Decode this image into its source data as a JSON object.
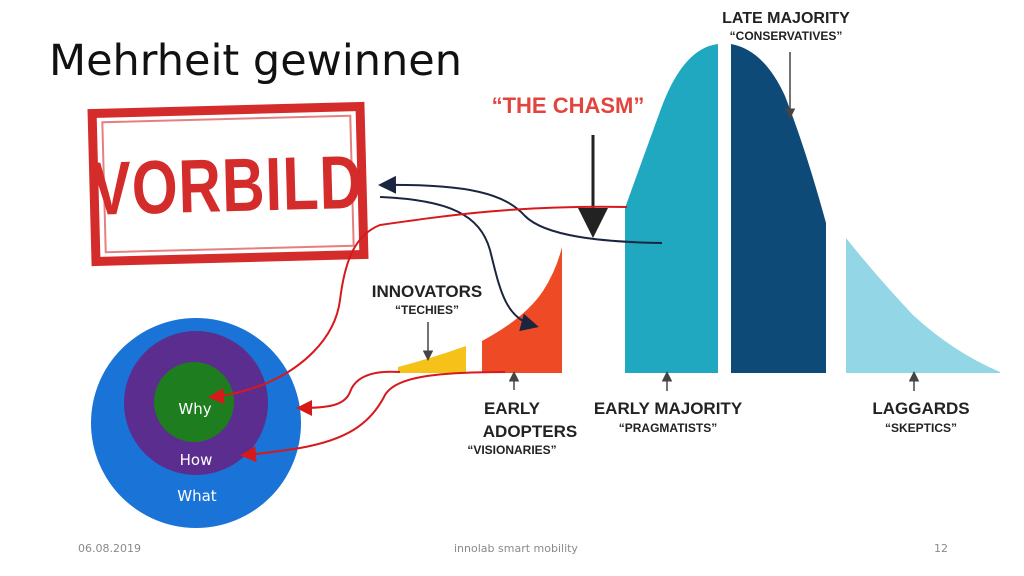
{
  "slide": {
    "title": "Mehrheit gewinnen",
    "footer_date": "06.08.2019",
    "footer_center": "innolab smart mobility",
    "footer_page": "12"
  },
  "stamp": {
    "text": "VORBILD",
    "color": "#d42b2b"
  },
  "golden_circle": {
    "inner": "Why",
    "middle": "How",
    "outer": "What",
    "colors": {
      "outer": "#1a73d6",
      "middle": "#5b2d8e",
      "inner": "#1e7d1e"
    }
  },
  "adoption_curve": {
    "chasm_label": "“THE CHASM”",
    "segments": [
      {
        "name": "INNOVATORS",
        "tag": "“TECHIES”",
        "color": "#f6c21a"
      },
      {
        "name_line1": "EARLY",
        "name_line2": "ADOPTERS",
        "tag": "“VISIONARIES”",
        "color": "#ee4a25"
      },
      {
        "name": "EARLY MAJORITY",
        "tag": "“PRAGMATISTS”",
        "color": "#1fa8bf"
      },
      {
        "name": "LATE MAJORITY",
        "tag": "“CONSERVATIVES”",
        "color": "#0e4a78"
      },
      {
        "name": "LAGGARDS",
        "tag": "“SKEPTICS”",
        "color": "#93d6e6"
      }
    ]
  }
}
